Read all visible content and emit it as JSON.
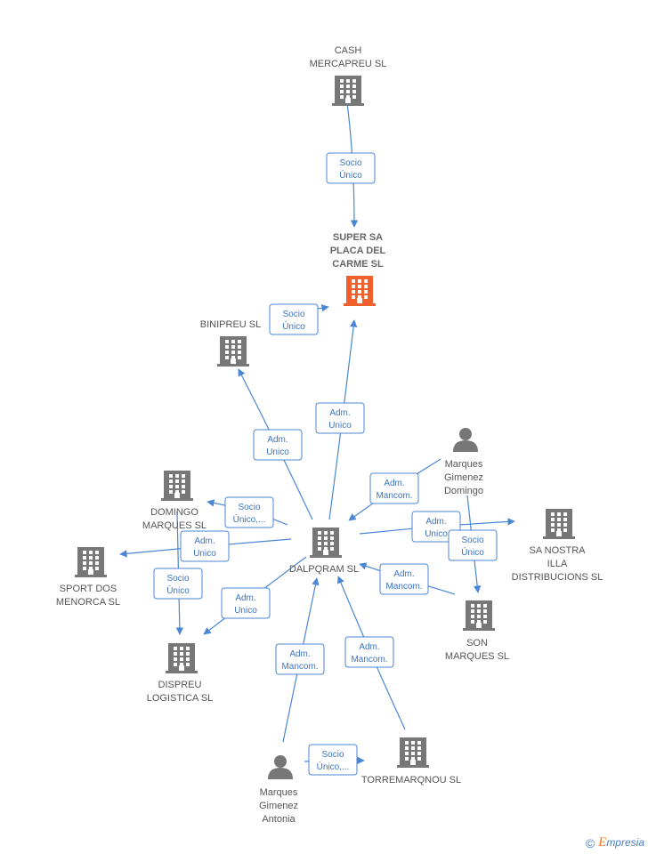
{
  "brand": {
    "copyright": "©",
    "e": "E",
    "rest": "mpresia"
  },
  "nodes": [
    {
      "id": "cash",
      "type": "company",
      "lines": [
        "CASH",
        "MERCAPREU SL"
      ],
      "highlight": false
    },
    {
      "id": "super",
      "type": "company",
      "lines": [
        "SUPER SA",
        "PLACA DEL",
        "CARME SL"
      ],
      "highlight": true
    },
    {
      "id": "binipreu",
      "type": "company",
      "lines": [
        "BINIPREU SL"
      ],
      "highlight": false
    },
    {
      "id": "domingo_sl",
      "type": "company",
      "lines": [
        "DOMINGO",
        "MARQUES SL"
      ],
      "highlight": false
    },
    {
      "id": "sport",
      "type": "company",
      "lines": [
        "SPORT DOS",
        "MENORCA SL"
      ],
      "highlight": false
    },
    {
      "id": "dispreu",
      "type": "company",
      "lines": [
        "DISPREU",
        "LOGISTICA SL"
      ],
      "highlight": false
    },
    {
      "id": "dalpqram",
      "type": "company",
      "lines": [
        "DALPQRAM SL"
      ],
      "highlight": false
    },
    {
      "id": "mgd",
      "type": "person",
      "lines": [
        "Marques",
        "Gimenez",
        "Domingo"
      ],
      "highlight": false
    },
    {
      "id": "sanostra",
      "type": "company",
      "lines": [
        "SA NOSTRA",
        "ILLA",
        "DISTRIBUCIONS SL"
      ],
      "highlight": false
    },
    {
      "id": "son",
      "type": "company",
      "lines": [
        "SON",
        "MARQUES SL"
      ],
      "highlight": false
    },
    {
      "id": "torre",
      "type": "company",
      "lines": [
        "TORREMARQNOU SL"
      ],
      "highlight": false
    },
    {
      "id": "mga",
      "type": "person",
      "lines": [
        "Marques",
        "Gimenez",
        "Antonia"
      ],
      "highlight": false
    }
  ],
  "edges": [
    {
      "id": "cash_super",
      "from": "cash",
      "to": "super",
      "lines": [
        "Socio",
        "Único"
      ]
    },
    {
      "id": "bini_super",
      "from": "binipreu",
      "to": "super",
      "lines": [
        "Socio",
        "Único"
      ]
    },
    {
      "id": "dal_super",
      "from": "dalpqram",
      "to": "super",
      "lines": [
        "Adm.",
        "Unico"
      ]
    },
    {
      "id": "dal_bini",
      "from": "dalpqram",
      "to": "binipreu",
      "lines": [
        "Adm.",
        "Unico"
      ]
    },
    {
      "id": "dal_domingo",
      "from": "dalpqram",
      "to": "domingo_sl",
      "lines": [
        "Socio",
        "Único,..."
      ]
    },
    {
      "id": "dal_sport",
      "from": "dalpqram",
      "to": "sport",
      "lines": [
        "Adm.",
        "Unico"
      ]
    },
    {
      "id": "domingo_dispreu",
      "from": "domingo_sl",
      "to": "dispreu",
      "lines": [
        "Socio",
        "Único"
      ]
    },
    {
      "id": "dal_dispreu",
      "from": "dalpqram",
      "to": "dispreu",
      "lines": [
        "Adm.",
        "Unico"
      ]
    },
    {
      "id": "mgd_dal",
      "from": "mgd",
      "to": "dalpqram",
      "lines": [
        "Adm.",
        "Mancom."
      ]
    },
    {
      "id": "dal_sanostra",
      "from": "dalpqram",
      "to": "sanostra",
      "lines": [
        "Adm.",
        "Unico"
      ]
    },
    {
      "id": "mgd_son",
      "from": "mgd",
      "to": "son",
      "lines": [
        "Socio",
        "Único"
      ]
    },
    {
      "id": "son_dal",
      "from": "son",
      "to": "dalpqram",
      "lines": [
        "Adm.",
        "Mancom."
      ]
    },
    {
      "id": "mga_dal",
      "from": "mga",
      "to": "dalpqram",
      "lines": [
        "Adm.",
        "Mancom."
      ]
    },
    {
      "id": "torre_dal",
      "from": "torre",
      "to": "dalpqram",
      "lines": [
        "Adm.",
        "Mancom."
      ]
    },
    {
      "id": "mga_torre",
      "from": "mga",
      "to": "torre",
      "lines": [
        "Socio",
        "Único,..."
      ]
    }
  ]
}
